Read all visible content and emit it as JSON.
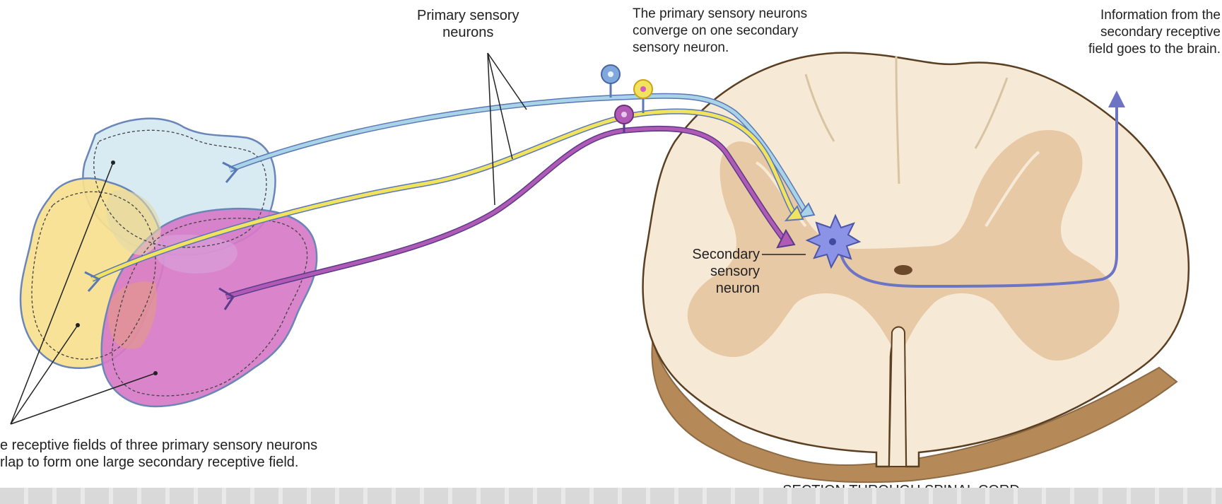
{
  "labels": {
    "primary_sensory": [
      "Primary sensory",
      "neurons"
    ],
    "converge": [
      "The primary sensory neurons",
      "converge on one secondary",
      "sensory neuron."
    ],
    "information": [
      "Information from the",
      "secondary receptive",
      "field goes to the brain."
    ],
    "secondary": [
      "Secondary",
      "sensory",
      "neuron"
    ],
    "receptive_fields": [
      "e receptive fields of three primary sensory neurons",
      "rlap to form one large secondary receptive field."
    ],
    "section": "SECTION THROUGH SPINAL CORD"
  },
  "colors": {
    "blue_field": "#d6e9f1",
    "yellow_field": "#f7df8e",
    "magenta_field": "#d779c8",
    "blue_neuron": "#a9d3e6",
    "yellow_neuron": "#f2e35f",
    "purple_neuron": "#b05ab6",
    "secondary_neuron": "#6d74c4",
    "cord_white": "#f6ead7",
    "cord_grey": "#e8c9a6",
    "outline": "#5a78b6"
  },
  "icons": [
    "arrow-up-icon",
    "star-neuron-icon"
  ]
}
